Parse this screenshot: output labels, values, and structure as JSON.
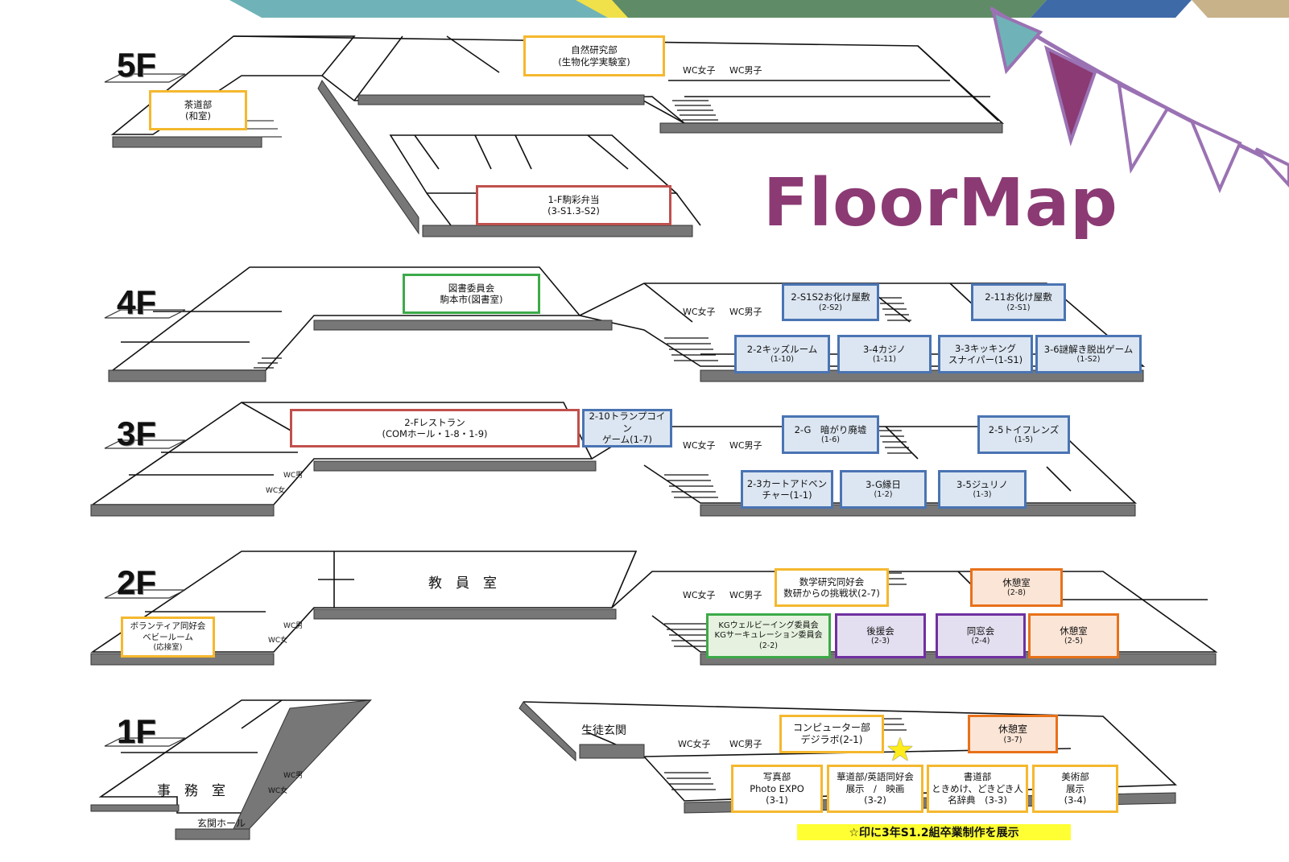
{
  "title": "FloorMap",
  "floors": {
    "f5": {
      "label": "5F"
    },
    "f4": {
      "label": "4F"
    },
    "f3": {
      "label": "3F"
    },
    "f2": {
      "label": "2F"
    },
    "f1": {
      "label": "1F"
    }
  },
  "rooms": {
    "f5_nature": {
      "line1": "自然研究部",
      "line2": "(生物化学実験室)"
    },
    "f5_tea": {
      "line1": "茶道部",
      "line2": "(和室)"
    },
    "f5_bento": {
      "line1": "1-F駒彩弁当",
      "line2": "(3-S1.3-S2)"
    },
    "f4_library": {
      "line1": "図書委員会",
      "line2": "駒本市(図書室)"
    },
    "f4_ghost1": {
      "line1": "2-S1S2お化け屋敷",
      "line2": "(2-S2)"
    },
    "f4_ghost2": {
      "line1": "2-11お化け屋敷",
      "line2": "(2-S1)"
    },
    "f4_kids": {
      "line1": "2-2キッズルーム",
      "line2": "(1-10)"
    },
    "f4_casino": {
      "line1": "3-4カジノ",
      "line2": "(1-11)"
    },
    "f4_sniper": {
      "line1": "3-3キッキング",
      "line2": "スナイパー(1-S1)"
    },
    "f4_escape": {
      "line1": "3-6謎解き脱出ゲーム",
      "line2": "(1-S2)"
    },
    "f3_restaurant": {
      "line1": "2-Fレストラン",
      "line2": "(COMホール・1-8・1-9)"
    },
    "f3_trump": {
      "line1": "2-10トランプコイン",
      "line2": "ゲーム(1-7)"
    },
    "f3_dark": {
      "line1": "2-G　暗がり廃墟",
      "line2": "(1-6)"
    },
    "f3_toy": {
      "line1": "2-5トイフレンズ",
      "line2": "(1-5)"
    },
    "f3_kart": {
      "line1": "2-3カートアドベン",
      "line2": "チャー(1-1)"
    },
    "f3_festival": {
      "line1": "3-G縁日",
      "line2": "(1-2)"
    },
    "f3_juliet": {
      "line1": "3-5ジュリノ",
      "line2": "(1-3)"
    },
    "f2_math": {
      "line1": "数学研究同好会",
      "line2": "数研からの挑戦状(2-7)"
    },
    "f2_rest1": {
      "line1": "休憩室",
      "line2": "(2-8)"
    },
    "f2_volunteer": {
      "line1": "ボランティア同好会",
      "line2": "ベビールーム",
      "line3": "(応接室)"
    },
    "f2_kg": {
      "line1": "KGウェルビーイング委員会",
      "line2": "KGサーキュレーション委員会",
      "line3": "(2-2)"
    },
    "f2_support": {
      "line1": "後援会",
      "line2": "(2-3)"
    },
    "f2_alumni": {
      "line1": "同窓会",
      "line2": "(2-4)"
    },
    "f2_rest2": {
      "line1": "休憩室",
      "line2": "(2-5)"
    },
    "f1_computer": {
      "line1": "コンピューター部",
      "line2": "デジラボ(2-1)"
    },
    "f1_rest": {
      "line1": "休憩室",
      "line2": "(3-7)"
    },
    "f1_photo": {
      "line1": "写真部",
      "line2": "Photo EXPO",
      "line3": "(3-1)"
    },
    "f1_flower": {
      "line1": "華道部/英語同好会",
      "line2": "展示　/　映画",
      "line3": "(3-2)"
    },
    "f1_calligraphy": {
      "line1": "書道部",
      "line2": "ときめけ、どきどき人",
      "line3": "名辞典　(3-3)"
    },
    "f1_art": {
      "line1": "美術部",
      "line2": "展示",
      "line3": "(3-4)"
    }
  },
  "labels": {
    "wc_female": "WC女子",
    "wc_male": "WC男子",
    "wc_m": "WC男",
    "wc_f": "WC女",
    "staff_room": "教　員　室",
    "office": "事　務　室",
    "entrance_hall": "玄関ホール",
    "student_entrance": "生徒玄関"
  },
  "note": "☆印に3年S1.2組卒業制作を展示",
  "colors": {
    "title": "#8b3a74",
    "yellow_border": "#f5b82e",
    "red_border": "#c0504d",
    "green_border": "#3caa49",
    "blue_border": "#4a74b3",
    "blue_fill": "#dce6f2",
    "purple_border": "#7030a0",
    "purple_fill": "#e4dff0",
    "orange_border": "#e8711a",
    "orange_fill": "#fbe5d6",
    "note_bg": "#ffff33"
  }
}
